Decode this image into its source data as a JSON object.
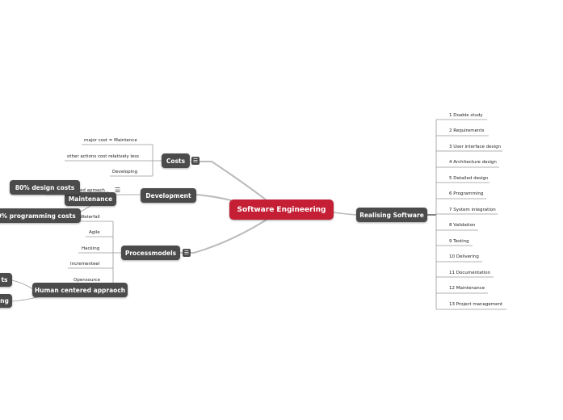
{
  "root": {
    "label": "Software Engineering"
  },
  "realising": {
    "label": "Realising Software",
    "items": [
      "1 Doable study",
      "2 Requirements",
      "3 User interface design",
      "4 Architecture design",
      "5 Detailed design",
      "6 Programming",
      "7 System integration",
      "8 Validation",
      "9 Testing",
      "10 Delivering",
      "11 Documentation",
      "12 Maintenance",
      "13 Project management"
    ]
  },
  "costs": {
    "label": "Costs",
    "items": [
      "major cost  = Maintence",
      "other actions cost relatively less",
      "Developing"
    ],
    "note_icon": "notes-icon"
  },
  "development": {
    "label": "Development",
    "partial_label": "ed aproach",
    "maintenance": {
      "label": "Maintenance"
    },
    "design_costs": {
      "label": "80% design costs"
    },
    "programming_costs": {
      "label": "0% programming costs"
    },
    "note_icon": "notes-icon"
  },
  "processmodels": {
    "label": "Processmodels",
    "items": [
      "Waterfall",
      "Agile",
      "Hacking",
      "Incrementeel",
      "Opensource"
    ],
    "note_icon": "notes-icon",
    "human": {
      "label": "Human centered appraoch",
      "children": [
        "ts",
        "ng"
      ]
    }
  }
}
